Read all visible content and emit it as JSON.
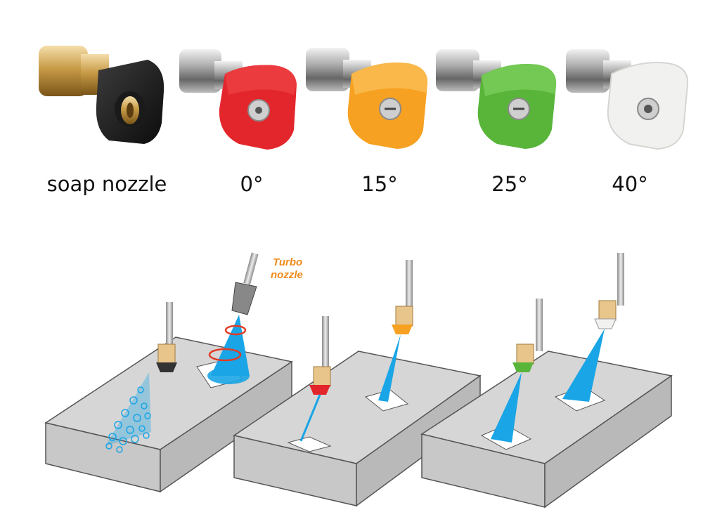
{
  "nozzles": [
    {
      "label": "soap nozzle",
      "color": "#1e1e1e",
      "icon": "soap-nozzle-icon"
    },
    {
      "label": "0°",
      "color": "#e3262b",
      "icon": "red-nozzle-icon"
    },
    {
      "label": "15°",
      "color": "#f6a122",
      "icon": "yellow-nozzle-icon"
    },
    {
      "label": "25°",
      "color": "#58b53a",
      "icon": "green-nozzle-icon"
    },
    {
      "label": "40°",
      "color": "#f1f1ef",
      "icon": "white-nozzle-icon"
    }
  ],
  "illustration": {
    "turbo_line1": "Turbo",
    "turbo_line2": "nozzle",
    "water_color": "#1aa5e6",
    "block_color": "#d9d9d9"
  }
}
